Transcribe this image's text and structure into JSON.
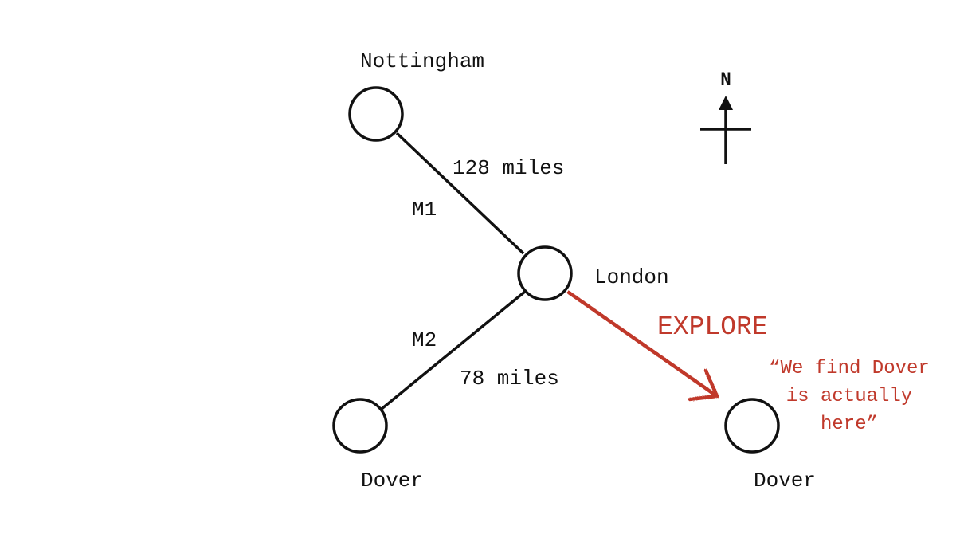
{
  "nodes": {
    "nottingham": "Nottingham",
    "london": "London",
    "dover_assumed": "Dover",
    "dover_actual": "Dover"
  },
  "edges": {
    "m1_road": "M1",
    "m1_distance": "128 miles",
    "m2_road": "M2",
    "m2_distance": "78 miles"
  },
  "compass": {
    "north_label": "N"
  },
  "annotation": {
    "action": "EXPLORE",
    "quote_line1": "“We find Dover",
    "quote_line2": "is actually",
    "quote_line3": "here”",
    "color": "#c0392b"
  }
}
